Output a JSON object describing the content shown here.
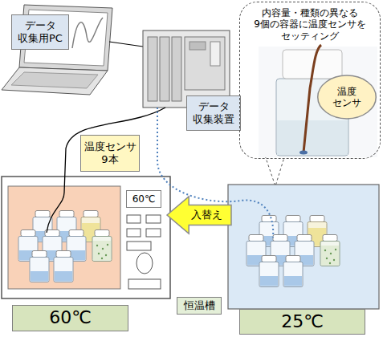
{
  "diagram": {
    "nodes": [
      {
        "text": [
          "データ 収集用PC"
        ]
      },
      {
        "text": [
          "データ 収集装置"
        ]
      },
      {
        "text": [
          "内容量・種類の異なる 9個の容器に温度センサを セッティング"
        ]
      },
      {
        "text": [
          "温度 センサ"
        ],
        "in": 2
      },
      {
        "text": [
          "温度センサ 9本"
        ]
      },
      {
        "text": [
          "60℃"
        ]
      },
      {
        "text": [
          "入替え"
        ]
      },
      {
        "text": [
          "恒温槽"
        ]
      },
      {
        "text": [
          "60℃"
        ]
      },
      {
        "text": [
          "25℃"
        ]
      }
    ]
  }
}
